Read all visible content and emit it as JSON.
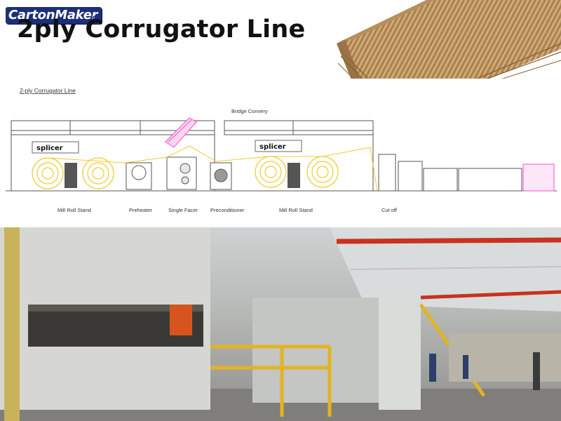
{
  "logo": {
    "text": "CartonMaker",
    "suffix": ".cn"
  },
  "title": "2ply Corrugator Line",
  "diagram": {
    "title": "2-ply Corrugator Line",
    "bridge_label": "Bridge Convery",
    "splicer_labels": [
      "splicer",
      "splicer"
    ],
    "stations": [
      "Mill Roll Stand",
      "Preheater",
      "Single Facer",
      "Preconditioner",
      "Mill Roll Stand",
      "Cut off"
    ]
  },
  "colors": {
    "logo_bg": "#1c2f7a",
    "cardboard": "#c49d6a",
    "machine_gray": "#c9c9c9",
    "safety_yellow": "#e3b321",
    "crane_red": "#c8321f",
    "diagram_accent": "#ff4fc8"
  }
}
